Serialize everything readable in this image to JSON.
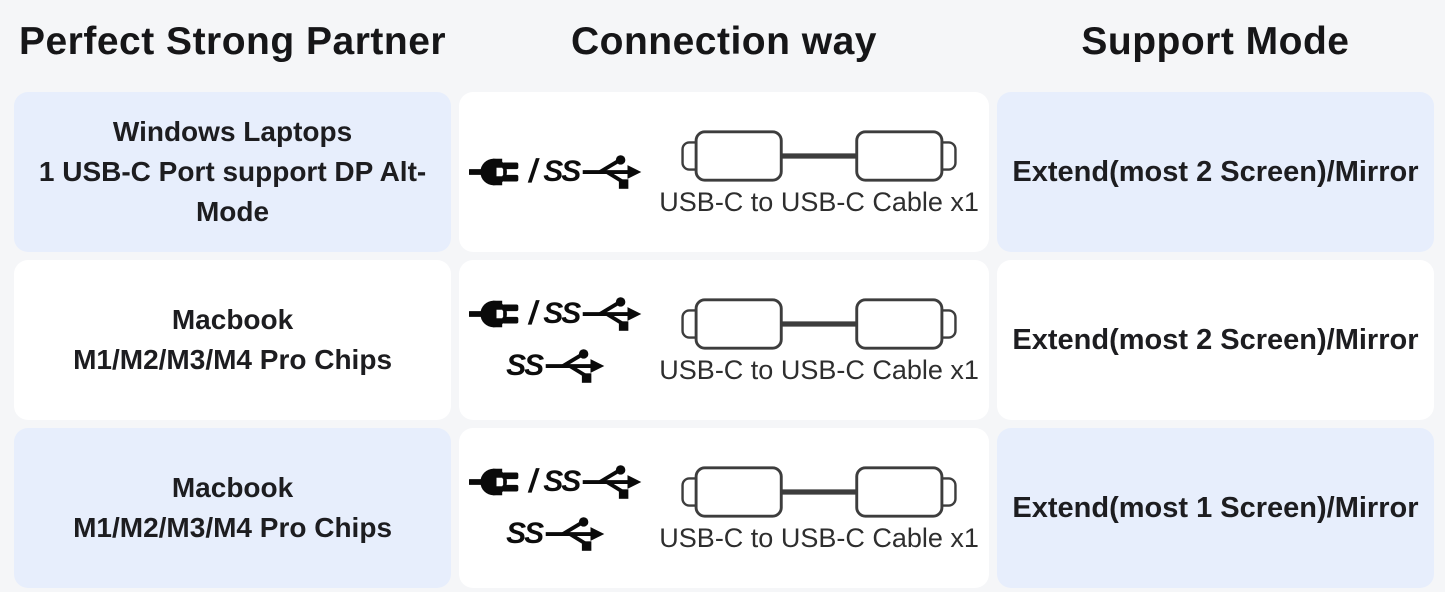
{
  "headers": [
    "Perfect Strong Partner",
    "Connection way",
    "Support Mode"
  ],
  "icons": {
    "ss_label": "SS",
    "slash": "/",
    "plug_name": "power-plug-icon",
    "trident_name": "usb-superspeed-trident-icon",
    "cable_name": "usb-c-cable-icon"
  },
  "rows": [
    {
      "partner": [
        "Windows Laptops",
        "1 USB-C Port support DP Alt-Mode"
      ],
      "connection": {
        "cable_label": "USB-C to USB-C Cable x1"
      },
      "mode": "Extend(most 2 Screen)/Mirror"
    },
    {
      "partner": [
        "Macbook",
        "M1/M2/M3/M4 Pro Chips"
      ],
      "connection": {
        "cable_label": "USB-C to USB-C Cable x1"
      },
      "mode": "Extend(most 2 Screen)/Mirror"
    },
    {
      "partner": [
        "Macbook",
        "M1/M2/M3/M4 Pro Chips"
      ],
      "connection": {
        "cable_label": "USB-C to USB-C Cable x1"
      },
      "mode": "Extend(most 1 Screen)/Mirror"
    }
  ],
  "colors": {
    "page_bg": "#f5f6f8",
    "highlight_card_bg": "#e7eefc",
    "plain_card_bg": "#ffffff",
    "text": "#1d1d20"
  }
}
